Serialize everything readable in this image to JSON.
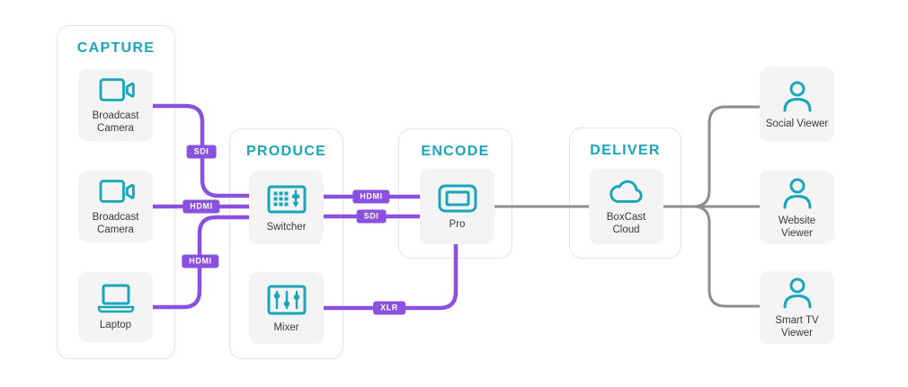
{
  "colors": {
    "teal": "#18a6ba",
    "purple": "#8a51de",
    "gray": "#8e8e8e",
    "card_bg": "#f4f4f5",
    "group_border": "#e3e3e6",
    "label_text": "#3a3a3a",
    "bg": "#ffffff"
  },
  "stages": {
    "capture": {
      "title": "CAPTURE"
    },
    "produce": {
      "title": "PRODUCE"
    },
    "encode": {
      "title": "ENCODE"
    },
    "deliver": {
      "title": "DELIVER"
    }
  },
  "nodes": {
    "camera1": {
      "label": "Broadcast Camera",
      "icon": "video-camera-icon"
    },
    "camera2": {
      "label": "Broadcast Camera",
      "icon": "video-camera-icon"
    },
    "laptop": {
      "label": "Laptop",
      "icon": "laptop-icon"
    },
    "switcher": {
      "label": "Switcher",
      "icon": "switcher-icon"
    },
    "mixer": {
      "label": "Mixer",
      "icon": "mixer-icon"
    },
    "pro": {
      "label": "Pro",
      "icon": "encoder-icon"
    },
    "cloud": {
      "label": "BoxCast Cloud",
      "icon": "cloud-icon"
    },
    "social_viewer": {
      "label": "Social Viewer",
      "icon": "person-icon"
    },
    "website_viewer": {
      "label": "Website Viewer",
      "icon": "person-icon"
    },
    "smarttv_viewer": {
      "label": "Smart TV Viewer",
      "icon": "person-icon"
    }
  },
  "wire_labels": {
    "sdi_camera1": "SDI",
    "hdmi_camera2": "HDMI",
    "hdmi_laptop": "HDMI",
    "hdmi_switcher_pro": "HDMI",
    "sdi_switcher_pro": "SDI",
    "xlr_mixer_pro": "XLR"
  }
}
